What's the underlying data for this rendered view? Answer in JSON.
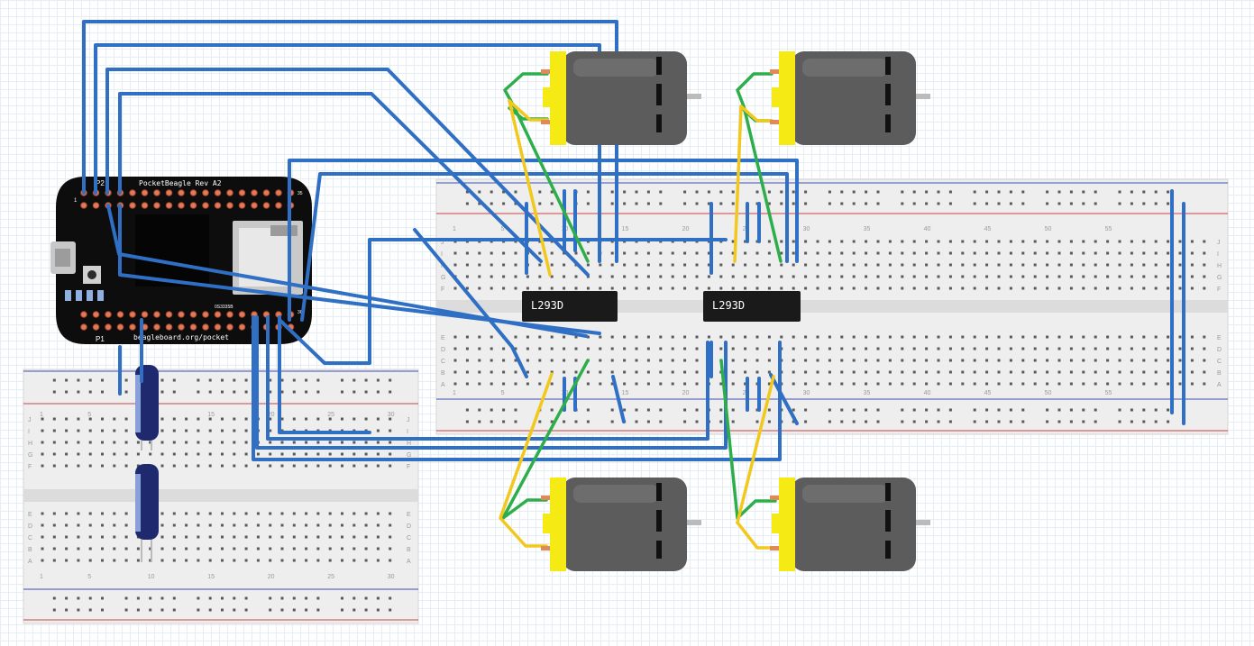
{
  "board": {
    "name": "PocketBeagle Rev A2",
    "url": "beagleboard.org/pocket",
    "header_top": "P2",
    "header_bottom": "P1",
    "pin_1": "1",
    "pin_35": "35",
    "pin_36": "36",
    "code": "0S3335B"
  },
  "chips": [
    {
      "label": "L293D"
    },
    {
      "label": "L293D"
    }
  ],
  "breadboard_main": {
    "row_letters_top": [
      "J",
      "I",
      "H",
      "G",
      "F"
    ],
    "row_letters_bottom": [
      "E",
      "D",
      "C",
      "B",
      "A"
    ],
    "column_numbers": [
      "1",
      "5",
      "10",
      "15",
      "20",
      "25",
      "30",
      "35",
      "40",
      "45",
      "50",
      "55"
    ]
  },
  "breadboard_small": {
    "row_letters_top": [
      "J",
      "I",
      "H",
      "G",
      "F"
    ],
    "row_letters_bottom": [
      "E",
      "D",
      "C",
      "B",
      "A"
    ],
    "column_numbers": [
      "1",
      "5",
      "10",
      "15",
      "20",
      "25",
      "30"
    ]
  },
  "colors": {
    "wire_blue": "#2f6fc4",
    "wire_green": "#2eae4a",
    "wire_yellow": "#f2c81c",
    "board_black": "#111111",
    "motor_gray": "#5c5c5c",
    "motor_cap_yellow": "#f5ea14",
    "breadboard": "#efefef"
  },
  "icons": {
    "motor": "dc-motor-icon",
    "capacitor": "electrolytic-capacitor-icon",
    "usb": "micro-usb-port-icon",
    "sd": "sd-card-slot-icon"
  }
}
